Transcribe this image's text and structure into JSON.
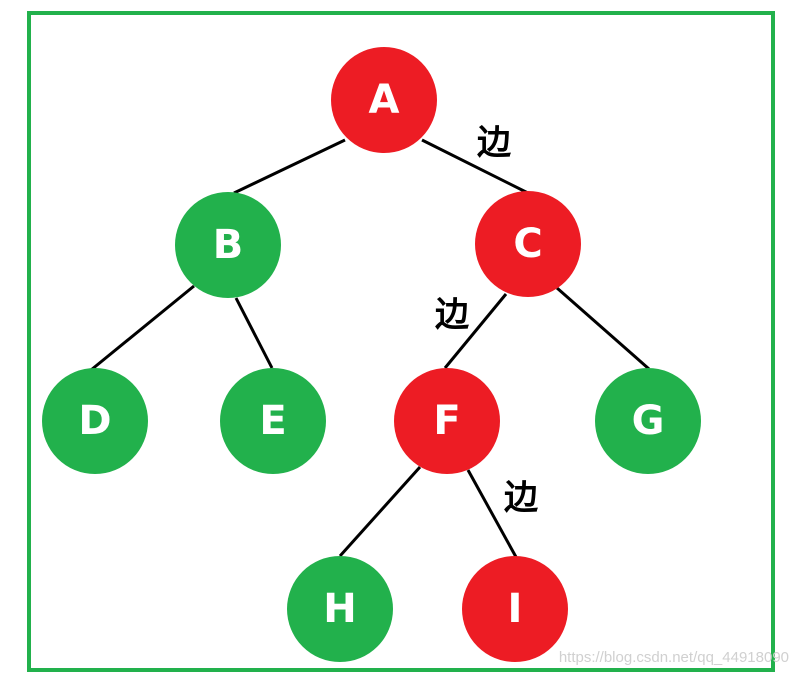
{
  "colors": {
    "frame": "#22b14c",
    "green_node": "#22b14c",
    "red_node": "#ed1c24",
    "edge": "#000000",
    "text": "#ffffff"
  },
  "nodes": {
    "A": {
      "label": "A",
      "color": "red"
    },
    "B": {
      "label": "B",
      "color": "green"
    },
    "C": {
      "label": "C",
      "color": "red"
    },
    "D": {
      "label": "D",
      "color": "green"
    },
    "E": {
      "label": "E",
      "color": "green"
    },
    "F": {
      "label": "F",
      "color": "red"
    },
    "G": {
      "label": "G",
      "color": "green"
    },
    "H": {
      "label": "H",
      "color": "green"
    },
    "I": {
      "label": "I",
      "color": "red"
    }
  },
  "edges": [
    {
      "from": "A",
      "to": "B"
    },
    {
      "from": "A",
      "to": "C",
      "label": "边"
    },
    {
      "from": "B",
      "to": "D"
    },
    {
      "from": "B",
      "to": "E"
    },
    {
      "from": "C",
      "to": "F",
      "label": "边"
    },
    {
      "from": "C",
      "to": "G"
    },
    {
      "from": "F",
      "to": "H"
    },
    {
      "from": "F",
      "to": "I",
      "label": "边"
    }
  ],
  "edge_labels": {
    "ac": "边",
    "cf": "边",
    "fi": "边"
  },
  "watermark": "https://blog.csdn.net/qq_44918090"
}
